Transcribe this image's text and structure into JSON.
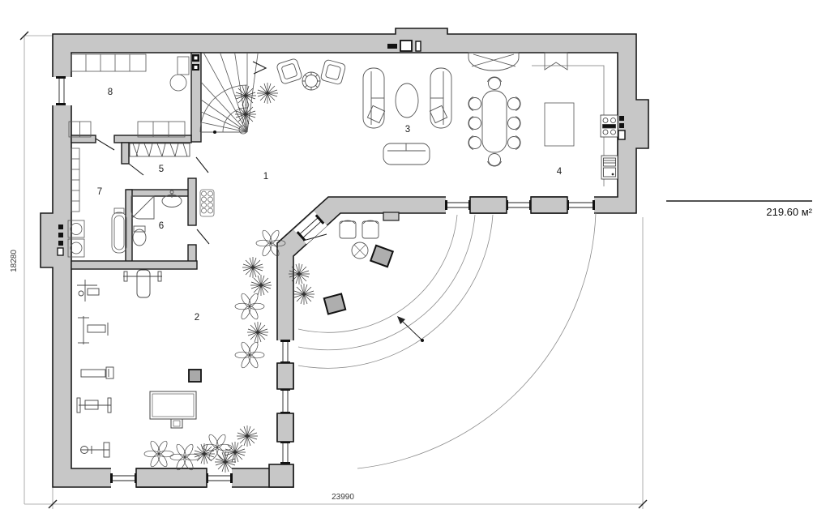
{
  "plan": {
    "rooms": [
      {
        "number": "1"
      },
      {
        "number": "2"
      },
      {
        "number": "3"
      },
      {
        "number": "4"
      },
      {
        "number": "5"
      },
      {
        "number": "6"
      },
      {
        "number": "7"
      },
      {
        "number": "8"
      }
    ],
    "dimensions": {
      "height": "18280",
      "width": "23990"
    },
    "area": "219.60 м²",
    "colors": {
      "wall_fill": "#c7c7c7",
      "wall_stroke": "#1a1a1a",
      "stone_fill": "#aeaeae",
      "thin_line": "#8a8a8a"
    }
  }
}
